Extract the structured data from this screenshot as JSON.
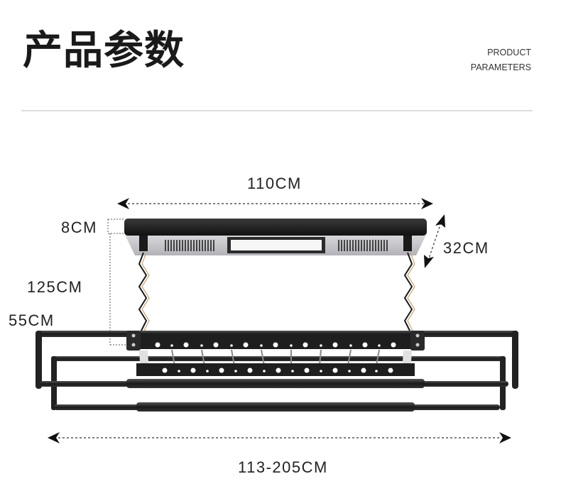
{
  "header": {
    "title": "产品参数",
    "subtitle_line1": "PRODUCT",
    "subtitle_line2": "PARAMETERS"
  },
  "dimensions": {
    "top_width": "110CM",
    "top_thickness": "8CM",
    "depth": "32CM",
    "drop_height": "125CM",
    "rack_height": "55CM",
    "extended_width": "113-205CM"
  },
  "colors": {
    "frame": "#1e1e1e",
    "panel": "#c8c8cc",
    "light": "#f4f4f4",
    "text": "#222222",
    "divider": "#dddddd"
  }
}
